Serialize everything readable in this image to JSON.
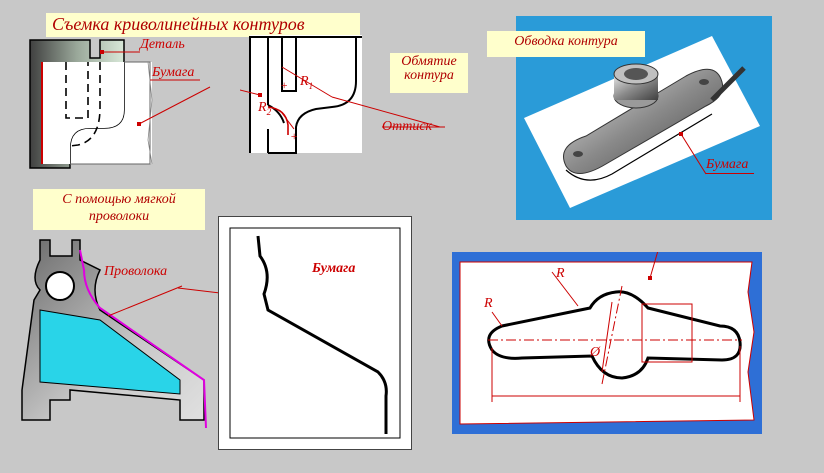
{
  "title": "Съемка криволинейных контуров",
  "labels": {
    "detail": "Деталь",
    "paper": "Бумага",
    "wrapping": "Обмятие контура",
    "imprint": "Оттиск",
    "r1": "R",
    "r1_sub": "1",
    "r2": "R",
    "r2_sub": "2",
    "tracing": "Обводка контура",
    "paper_photo": "Бумага",
    "soft_wire": "С помощью мягкой проволоки",
    "wire": "Проволока",
    "paper_wire": "Бумага",
    "r_top": "R",
    "r_left": "R",
    "diameter": "Ø"
  },
  "colors": {
    "background": "#c8c8c8",
    "note_bg": "#ffffcc",
    "accent_red": "#cc0000",
    "photo_bg": "#2a9bd8",
    "drawing_bg": "#2e6fd6",
    "wire_cyan": "#29d4e8",
    "magenta": "#e000e0"
  }
}
